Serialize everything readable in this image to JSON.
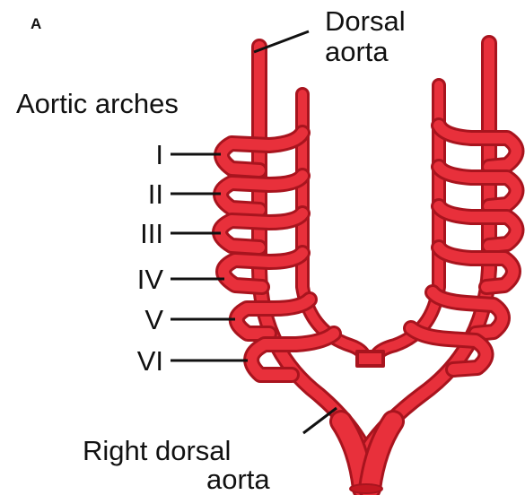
{
  "panel_label": "A",
  "labels": {
    "dorsal_aorta_line1": "Dorsal",
    "dorsal_aorta_line2": "aorta",
    "aortic_arches": "Aortic arches",
    "right_dorsal_aorta_line1": "Right dorsal",
    "right_dorsal_aorta_line2": "aorta"
  },
  "arches": [
    "I",
    "II",
    "III",
    "IV",
    "V",
    "VI"
  ],
  "colors": {
    "vessel": "#e8303b",
    "vessel_dark": "#a8141e",
    "vessel_light": "#f46a70",
    "leader_line": "#111111",
    "text": "#111111"
  }
}
